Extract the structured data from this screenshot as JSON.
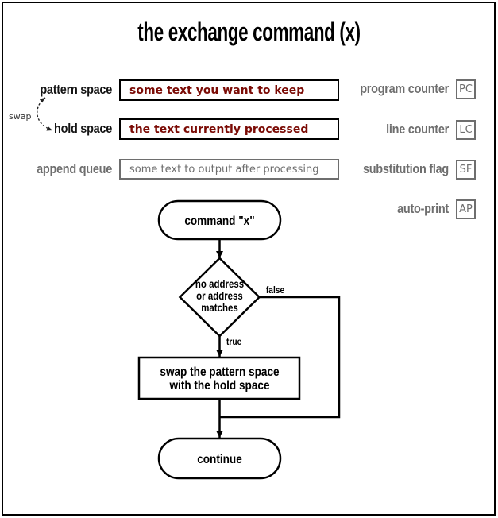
{
  "title": "the exchange command (x)",
  "colors": {
    "accent_maroon": "#7b0b05",
    "muted_gray": "#6e6e6e",
    "line_black": "#000000"
  },
  "registers": {
    "left": [
      {
        "label": "pattern space",
        "value": "some text you want to keep",
        "state": "active"
      },
      {
        "label": "hold space",
        "value": "the text currently processed",
        "state": "active"
      },
      {
        "label": "append queue",
        "value": "some text to output after processing",
        "state": "inactive"
      }
    ],
    "swap_label": "swap",
    "right": [
      {
        "label": "program counter",
        "abbr": "PC"
      },
      {
        "label": "line counter",
        "abbr": "LC"
      },
      {
        "label": "substitution flag",
        "abbr": "SF"
      },
      {
        "label": "auto-print",
        "abbr": "AP"
      }
    ]
  },
  "flowchart": {
    "start": "command \"x\"",
    "condition": {
      "lines": [
        "no address",
        "or address",
        "matches"
      ]
    },
    "branch_true": "true",
    "branch_false": "false",
    "process": {
      "lines": [
        "swap the pattern space",
        "with the hold space"
      ]
    },
    "end": "continue"
  }
}
